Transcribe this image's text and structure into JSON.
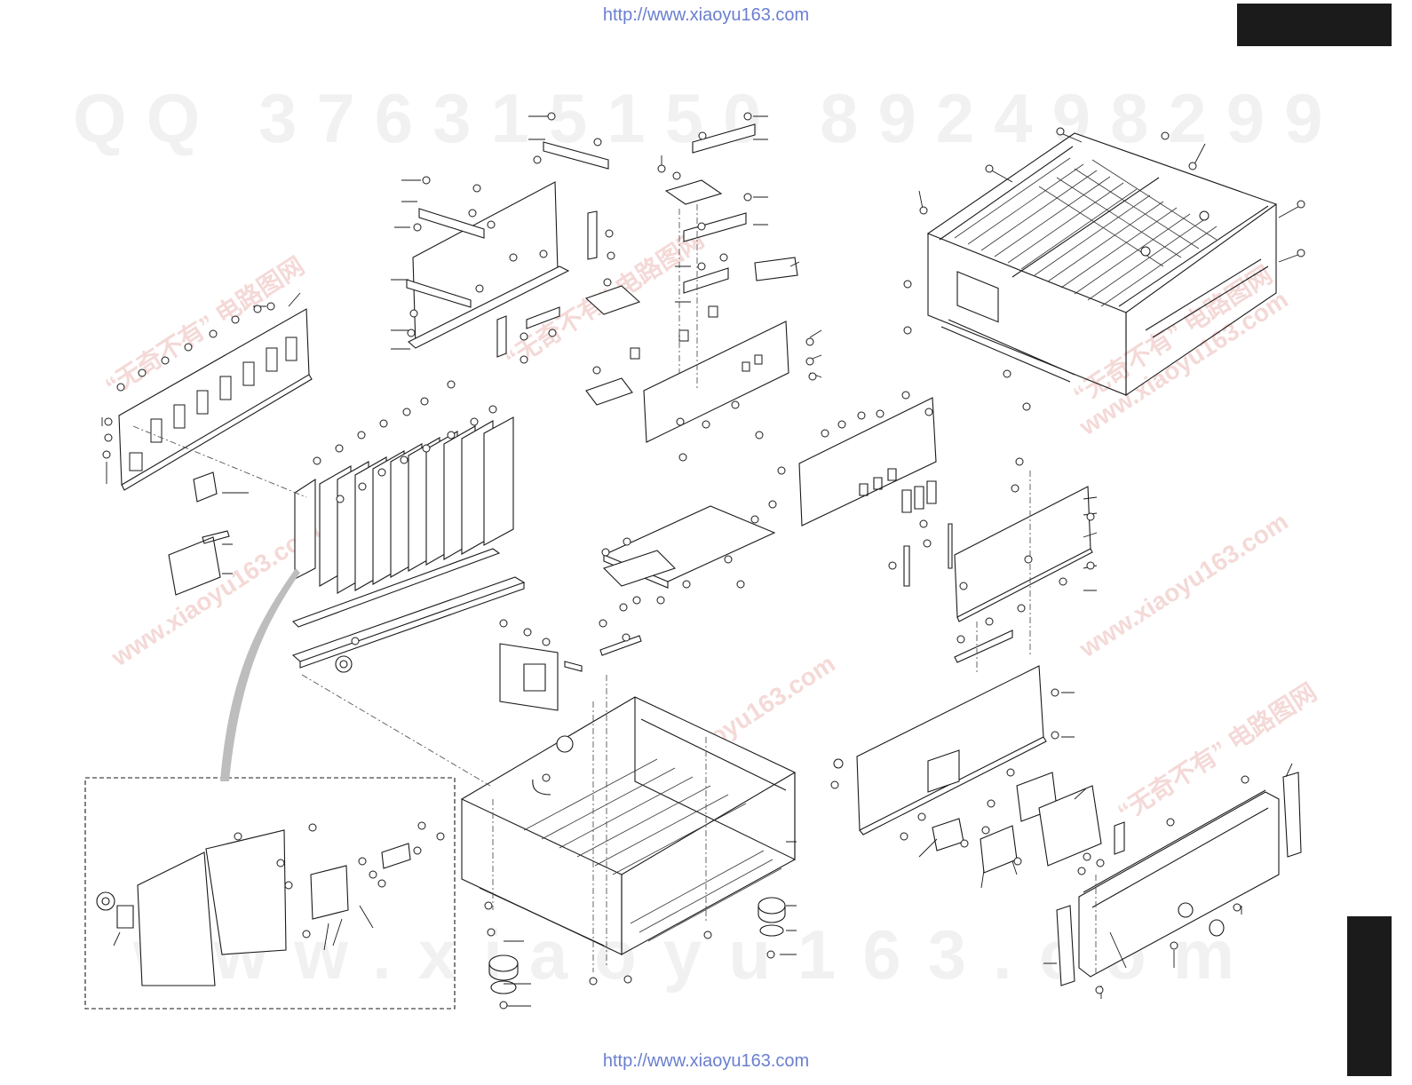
{
  "header": {
    "url": "http://www.xiaoyu163.com"
  },
  "footer": {
    "url": "http://www.xiaoyu163.com"
  },
  "watermarks": {
    "qq": "QQ 376315150   892498299",
    "site": "www.xiaoyu163.com",
    "stamp_cn": "“无奇不有” 电路图网",
    "stamp_site": "www.xiaoyu163.com"
  },
  "colors": {
    "ink": "#1a1a1a",
    "tab": "#1b1b1b",
    "url": "#6a7fd0",
    "stamp": "#d6786e",
    "arrow": "#bdbdbd"
  }
}
